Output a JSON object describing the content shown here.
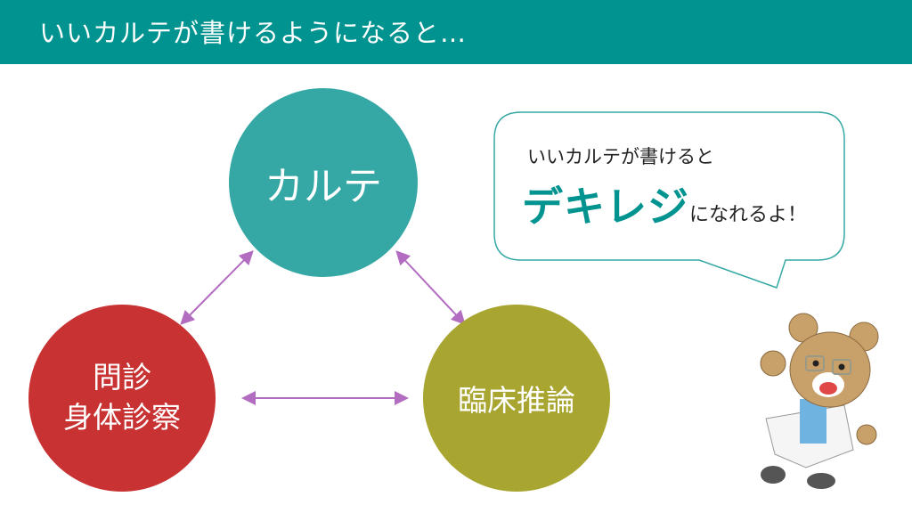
{
  "header": {
    "title": "いいカルテが書けるようになると…"
  },
  "diagram": {
    "top": "カルテ",
    "left": "問診\n身体診察",
    "right": "臨床推論"
  },
  "bubble": {
    "line1": "いいカルテが書けると",
    "emphasis": "デキレジ",
    "line2_rest": "になれるよ！"
  },
  "colors": {
    "header": "#00938f",
    "karte": "#35a8a5",
    "exam": "#c83232",
    "reasoning": "#a8a531",
    "arrow": "#b26cc0"
  }
}
